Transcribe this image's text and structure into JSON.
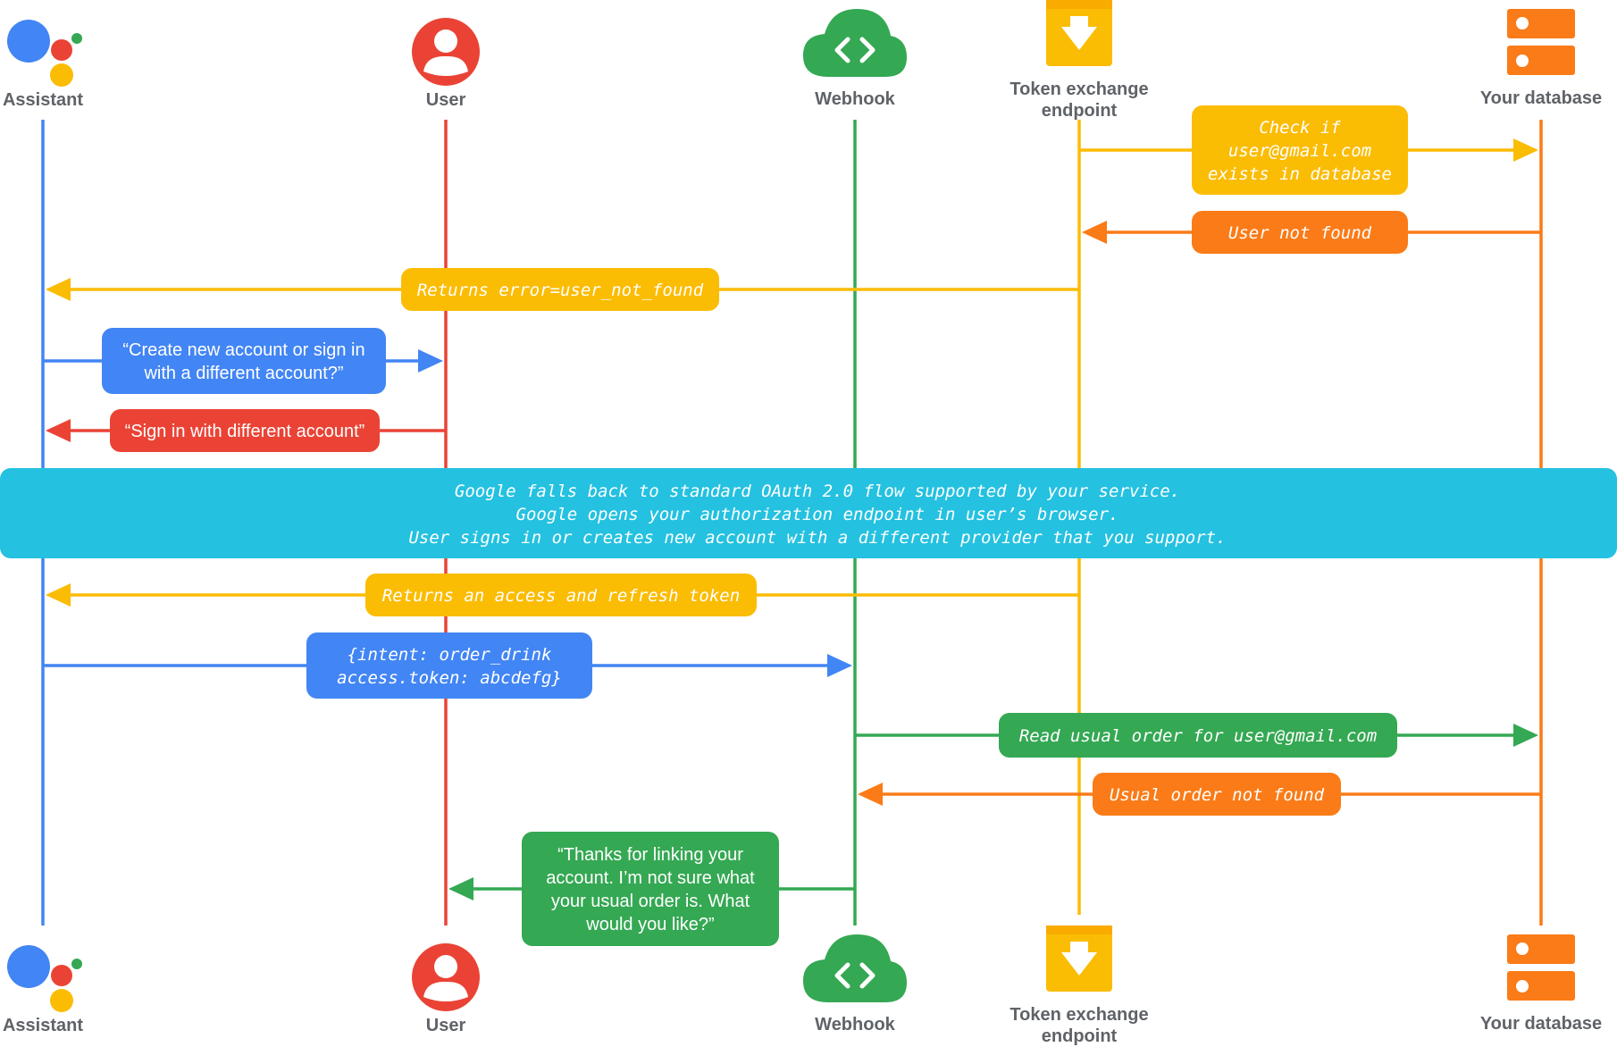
{
  "colors": {
    "assistant": "#4285f4",
    "user": "#ea4335",
    "webhook": "#34a853",
    "token": "#fbbc04",
    "database": "#fa7b17",
    "banner": "#24c1e0",
    "label": "#5f6368"
  },
  "actors": [
    {
      "id": "assistant",
      "label": "Assistant",
      "icon": "google-assistant-icon"
    },
    {
      "id": "user",
      "label": "User",
      "icon": "user-avatar-icon"
    },
    {
      "id": "webhook",
      "label": "Webhook",
      "icon": "cloud-code-icon"
    },
    {
      "id": "token",
      "label_lines": [
        "Token exchange",
        "endpoint"
      ],
      "icon": "download-box-icon"
    },
    {
      "id": "database",
      "label": "Your database",
      "icon": "database-server-icon"
    }
  ],
  "messages": [
    {
      "from": "token",
      "to": "database",
      "color": "token",
      "style": "mono",
      "lines": [
        "Check if",
        "user@gmail.com",
        "exists in database"
      ]
    },
    {
      "from": "database",
      "to": "token",
      "color": "database",
      "style": "mono",
      "lines": [
        "User not found"
      ]
    },
    {
      "from": "token",
      "to": "assistant",
      "color": "token",
      "style": "mono",
      "lines": [
        "Returns error=user_not_found"
      ]
    },
    {
      "from": "assistant",
      "to": "user",
      "color": "assistant",
      "style": "sans",
      "lines": [
        "“Create new account or sign in",
        "with a different account?”"
      ]
    },
    {
      "from": "user",
      "to": "assistant",
      "color": "user",
      "style": "sans",
      "lines": [
        "“Sign in with different account”"
      ]
    },
    {
      "from": "token",
      "to": "assistant",
      "color": "token",
      "style": "mono",
      "lines": [
        "Returns an access and refresh token"
      ]
    },
    {
      "from": "assistant",
      "to": "webhook",
      "color": "assistant",
      "style": "mono",
      "lines": [
        "{intent: order_drink",
        "access.token: abcdefg}"
      ]
    },
    {
      "from": "webhook",
      "to": "database",
      "color": "webhook",
      "style": "mono",
      "lines": [
        "Read usual order for user@gmail.com"
      ]
    },
    {
      "from": "database",
      "to": "webhook",
      "color": "database",
      "style": "mono",
      "lines": [
        "Usual order not found"
      ]
    },
    {
      "from": "webhook",
      "to": "user",
      "color": "webhook",
      "style": "sans",
      "lines": [
        "“Thanks for linking your",
        "account. I’m not sure what",
        "your usual order is. What",
        "would you like?”"
      ]
    }
  ],
  "banner": {
    "lines": [
      "Google falls back to standard OAuth 2.0 flow supported by your service.",
      "Google opens your authorization endpoint in user’s browser.",
      "User signs in or creates new account with a different provider that you support."
    ]
  }
}
